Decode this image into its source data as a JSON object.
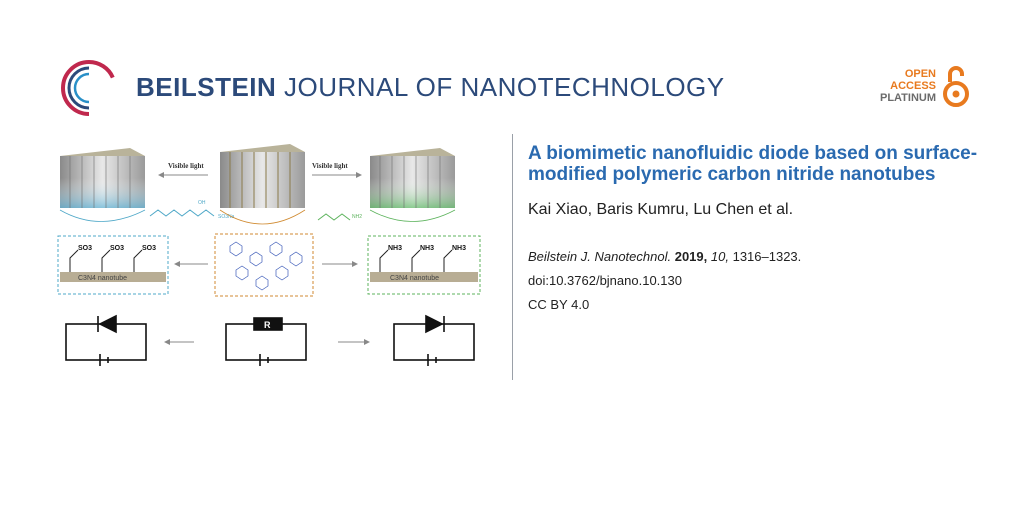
{
  "header": {
    "journal_bold": "BEILSTEIN",
    "journal_light": "JOURNAL OF NANOTECHNOLOGY",
    "badge": {
      "line1": "OPEN",
      "line2": "ACCESS",
      "line3": "PLATINUM"
    }
  },
  "figure": {
    "visible_light_left": "Visible light",
    "visible_light_right": "Visible light",
    "left_groups": [
      "SO3",
      "SO3",
      "SO3"
    ],
    "right_groups": [
      "NH3",
      "NH3",
      "NH3"
    ],
    "left_nanotube_label": "C3N4 nanotube",
    "right_nanotube_label": "C3N4 nanotube",
    "resistor_label": "R",
    "left_molecule_label": "SO3Na",
    "left_molecule_oh": "OH",
    "right_molecule_label": "NH2"
  },
  "article": {
    "title": "A biomimetic nanofluidic diode based on surface-modified polymeric carbon nitride nanotubes",
    "authors": "Kai Xiao, Baris Kumru, Lu Chen et al.",
    "journal_abbrev": "Beilstein J. Nanotechnol.",
    "year": "2019,",
    "volume": "10,",
    "pages": "1316–1323.",
    "doi": "doi:10.3762/bjnano.10.130",
    "license": "CC BY 4.0"
  },
  "colors": {
    "journal_blue": "#2c4a7a",
    "title_blue": "#2a6ab0",
    "oa_orange": "#e87a1f"
  }
}
